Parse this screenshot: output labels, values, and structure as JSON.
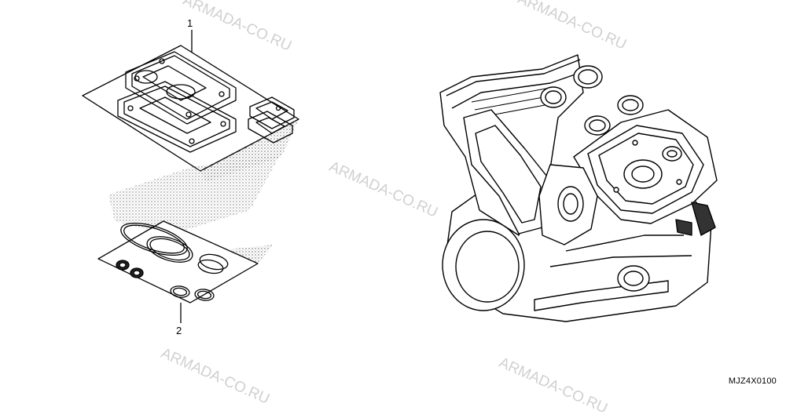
{
  "diagram": {
    "callouts": [
      {
        "number": "1"
      },
      {
        "number": "2"
      }
    ],
    "code": "MJZ4X0100",
    "watermark_text": "ARMADA-CO.RU",
    "colors": {
      "line": "#000000",
      "watermark": "#aaaaaa",
      "background": "#ffffff"
    }
  }
}
